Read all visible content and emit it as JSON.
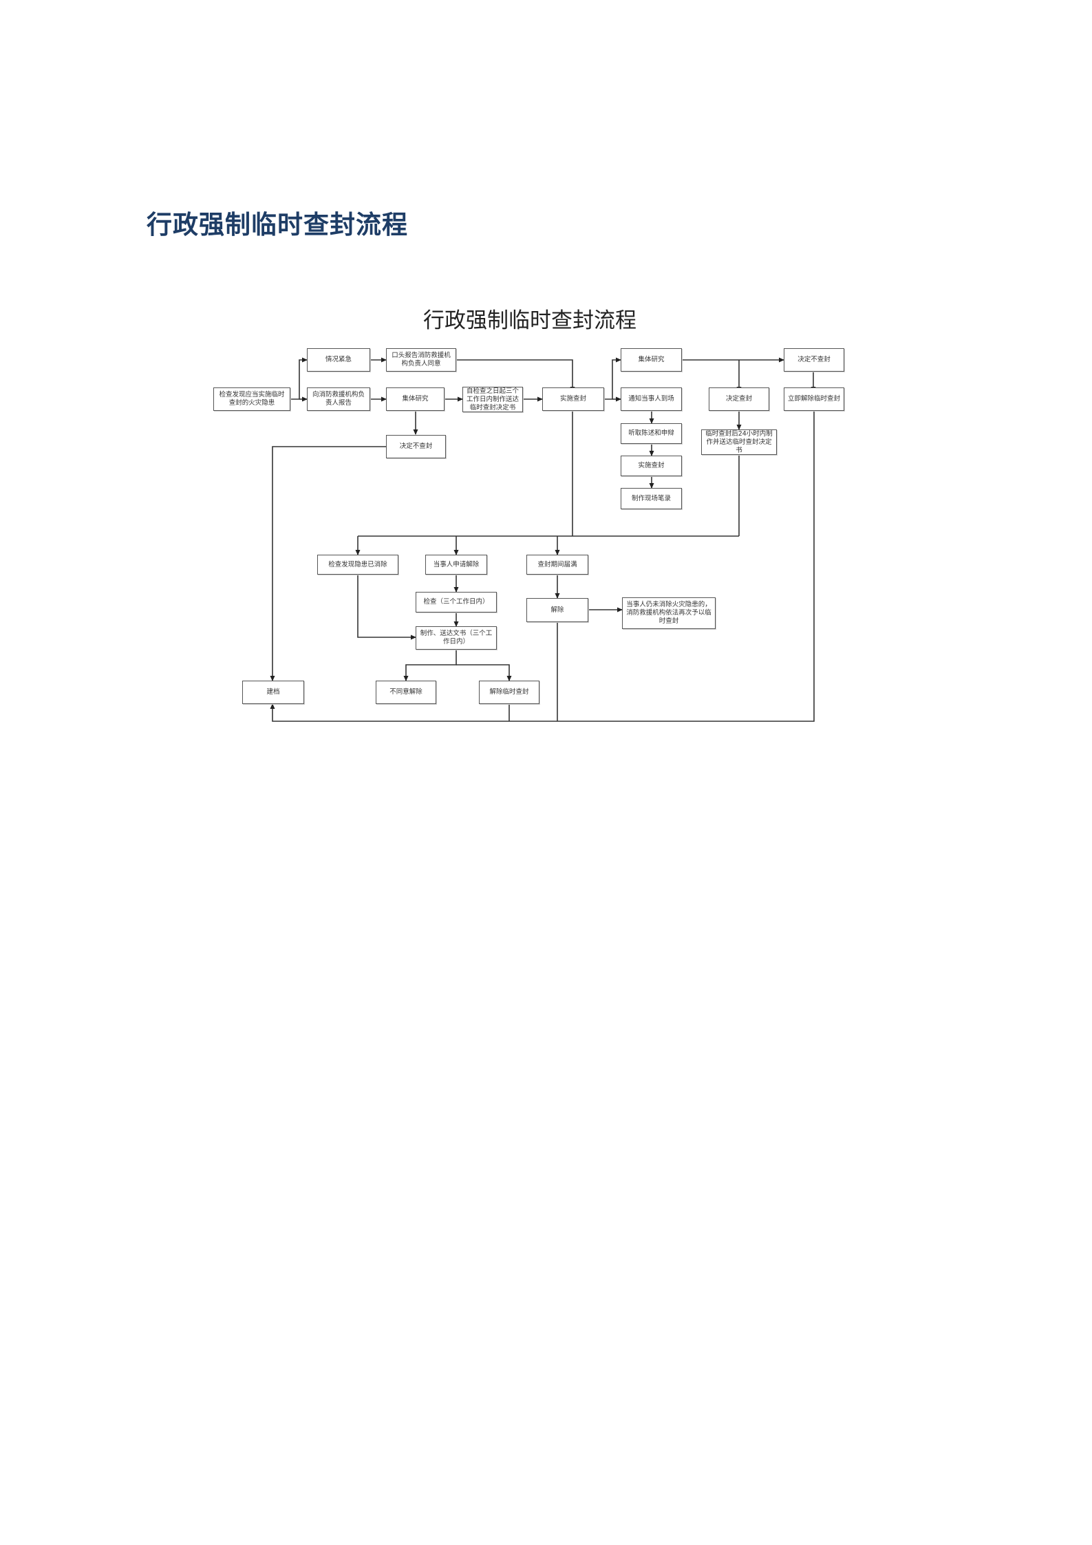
{
  "page": {
    "heading": "行政强制临时查封流程"
  },
  "diagram": {
    "title": "行政强制临时查封流程",
    "nodes": {
      "inspect_found": "检查发现应当实施临时查封的火灾隐患",
      "emergency": "情况紧急",
      "oral_report": "口头报告消防救援机构负责人同意",
      "report_head": "向消防救援机构负责人报告",
      "group_study_1": "集体研究",
      "make_decision_3days": "自检查之日起三个工作日内制作送达临时查封决定书",
      "implement_seal": "实施查封",
      "decide_no_seal_1": "决定不查封",
      "group_study_2": "集体研究",
      "decide_no_seal_2": "决定不查封",
      "notify_party": "通知当事人到场",
      "decide_seal": "决定查封",
      "release_immediately": "立即解除临时查封",
      "hear_statement": "听取陈述和申辩",
      "decision_24h": "临时查封后24小时内制作并送达临时查封决定书",
      "implement_seal_2": "实施查封",
      "make_record": "制作现场笔录",
      "hazard_removed": "检查发现隐患已消除",
      "party_apply": "当事人申请解除",
      "seal_expire": "查封期间届满",
      "check_3days": "检查（三个工作日内）",
      "release": "解除",
      "reseal_note": "当事人仍未消除火灾隐患的，消防救援机构依法再次予以临时查封",
      "make_doc_3days": "制作、送达文书（三个工作日内）",
      "archive": "建档",
      "disagree_release": "不同意解除",
      "release_temp_seal": "解除临时查封"
    }
  }
}
